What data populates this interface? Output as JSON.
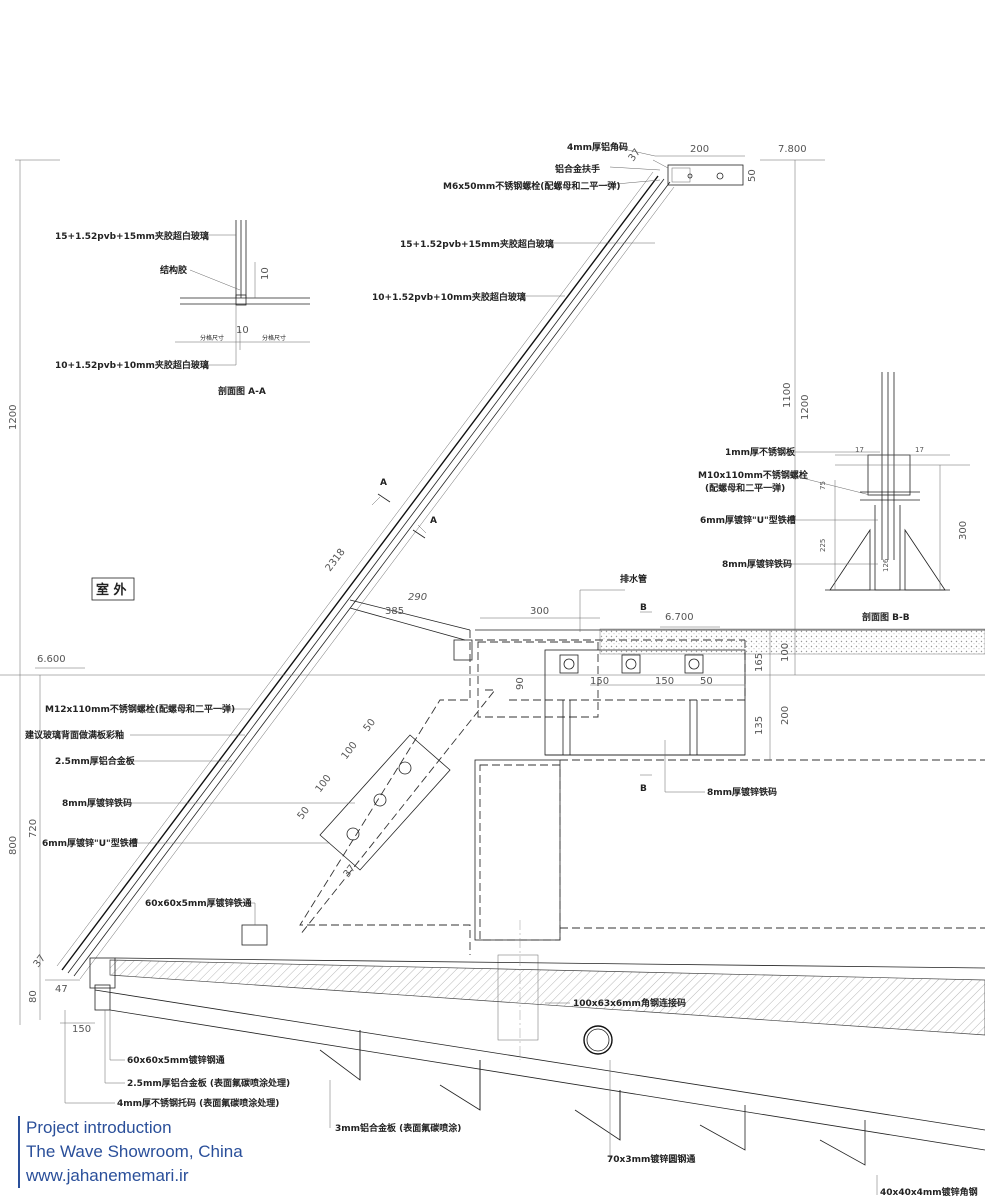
{
  "dims": {
    "d200": "200",
    "d7800": "7.800",
    "d37top": "37",
    "d50top": "50",
    "d1200left": "1200",
    "d1100": "1100",
    "d1200right": "1200",
    "d2318": "2318",
    "d290": "290",
    "d385": "385",
    "d300": "300",
    "d6700": "6.700",
    "d6600": "6.600",
    "d150a": "150",
    "d150b": "150",
    "d50b": "50",
    "d90": "90",
    "d165": "165",
    "d100r": "100",
    "d135": "135",
    "d200r": "200",
    "d50c": "50",
    "d100c": "100",
    "d100d": "100",
    "d50d": "50",
    "d37c": "37",
    "d720": "720",
    "d800": "800",
    "d37bot": "37",
    "d80": "80",
    "d47": "47",
    "d150bot": "150",
    "d10": "10",
    "d10b": "10",
    "d17a": "17",
    "d17b": "17",
    "d75": "75",
    "d225": "225",
    "d126": "126",
    "d300r": "300"
  },
  "labels": {
    "alu_corner": "4mm厚铝角码",
    "handrail": "铝合金扶手",
    "bolt_m6": "M6x50mm不锈钢螺栓(配螺母和二平一弹)",
    "glass_15": "15+1.52pvb+15mm夹胶超白玻璃",
    "glass_10": "10+1.52pvb+10mm夹胶超白玻璃",
    "aa_glass_15": "15+1.52pvb+15mm夹胶超白玻璃",
    "aa_glue": "结构胶",
    "aa_glass_10": "10+1.52pvb+10mm夹胶超白玻璃",
    "aa_sub1": "分格尺寸",
    "aa_sub2": "分格尺寸",
    "aa_title": "剖面图  A-A",
    "cut_a1": "A",
    "cut_a2": "A",
    "outside": "室 外",
    "drain": "排水管",
    "cut_b1": "B",
    "cut_b2": "B",
    "bb_plate": "1mm厚不锈钢板",
    "bb_bolt_1": "M10x110mm不锈钢螺栓",
    "bb_bolt_2": "(配螺母和二平一弹)",
    "bb_channel": "6mm厚镀锌\"U\"型铁槽",
    "bb_iron": "8mm厚镀锌铁码",
    "bb_title": "剖面图  B-B",
    "bolt_m12": "M12x110mm不锈钢螺栓(配螺母和二平一弹)",
    "backpanel": "建议玻璃背面做满板彩釉",
    "alu25": "2.5mm厚铝合金板",
    "iron8": "8mm厚镀锌铁码",
    "channel6": "6mm厚镀锌\"U\"型铁槽",
    "iron8b": "8mm厚镀锌铁码",
    "tube60a": "60x60x5mm厚镀锌铁通",
    "angle100": "100x63x6mm角钢连接码",
    "tube60b": "60x60x5mm镀锌钢通",
    "alu25b": "2.5mm厚铝合金板 (表面氟碳喷涂处理)",
    "steel4": "4mm厚不锈钢托码 (表面氟碳喷涂处理)",
    "alu3": "3mm铝合金板 (表面氟碳喷涂)",
    "pipe70": "70x3mm镀锌圆钢通",
    "angle40": "40x40x4mm镀锌角钢"
  },
  "footer": {
    "line1": "Project introduction",
    "line2": "The Wave Showroom, China",
    "line3": "www.jahanememari.ir"
  },
  "colors": {
    "footer_text": "#2a4f9a",
    "line": "#222222"
  }
}
